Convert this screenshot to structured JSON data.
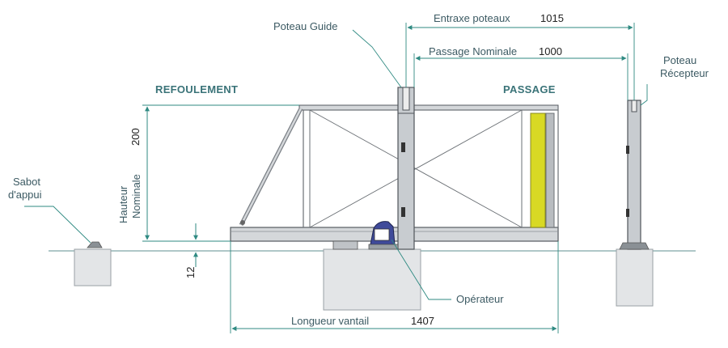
{
  "labels": {
    "poteau_guide": "Poteau Guide",
    "entraxe_poteaux": "Entraxe poteaux",
    "entraxe_value": "1015",
    "passage_nominale": "Passage Nominale",
    "passage_nominale_value": "1000",
    "poteau_recepteur_line1": "Poteau",
    "poteau_recepteur_line2": "Récepteur",
    "refoulement": "REFOULEMENT",
    "passage": "PASSAGE",
    "sabot_line1": "Sabot",
    "sabot_line2": "d'appui",
    "height_value": "200",
    "hauteur_line1": "Hauteur",
    "hauteur_line2": "Nominale",
    "ground_gap_value": "12",
    "operateur": "Opérateur",
    "longueur_vantail": "Longueur vantail",
    "longueur_value": "1407"
  },
  "colors": {
    "dimension_line": "#2f8a82",
    "label_text": "#3c5a63",
    "heading_text": "#3a7378",
    "gate_frame": "#6b7075",
    "gate_fill": "#d4d7da",
    "foundation_fill": "#e3e5e7",
    "safety_edge": "#d8d924",
    "motor": "#3f4a9a"
  }
}
